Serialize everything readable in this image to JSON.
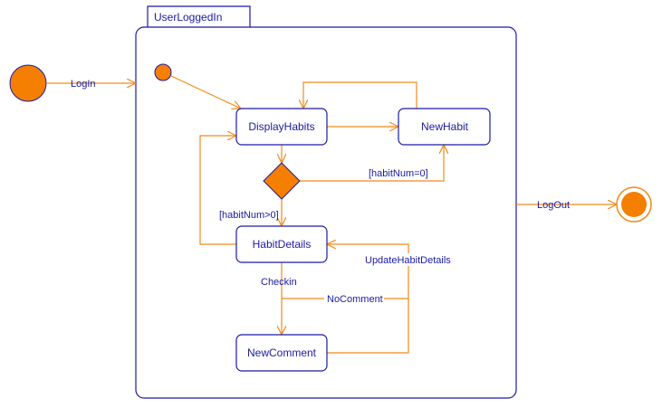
{
  "colors": {
    "accent": "#f28a1a",
    "outline": "#1a1aa6",
    "text": "#1a1aa6"
  },
  "composite_state": {
    "name": "UserLoggedIn"
  },
  "states": {
    "display_habits": "DisplayHabits",
    "new_habit": "NewHabit",
    "habit_details": "HabitDetails",
    "new_comment": "NewComment"
  },
  "transitions": {
    "login": "LogIn",
    "logout": "LogOut",
    "habit_num_zero": "[habitNum=0]",
    "habit_num_positive": "[habitNum>0]",
    "checkin": "Checkin",
    "no_comment": "NoComment",
    "update_habit_details": "UpdateHabitDetails"
  }
}
